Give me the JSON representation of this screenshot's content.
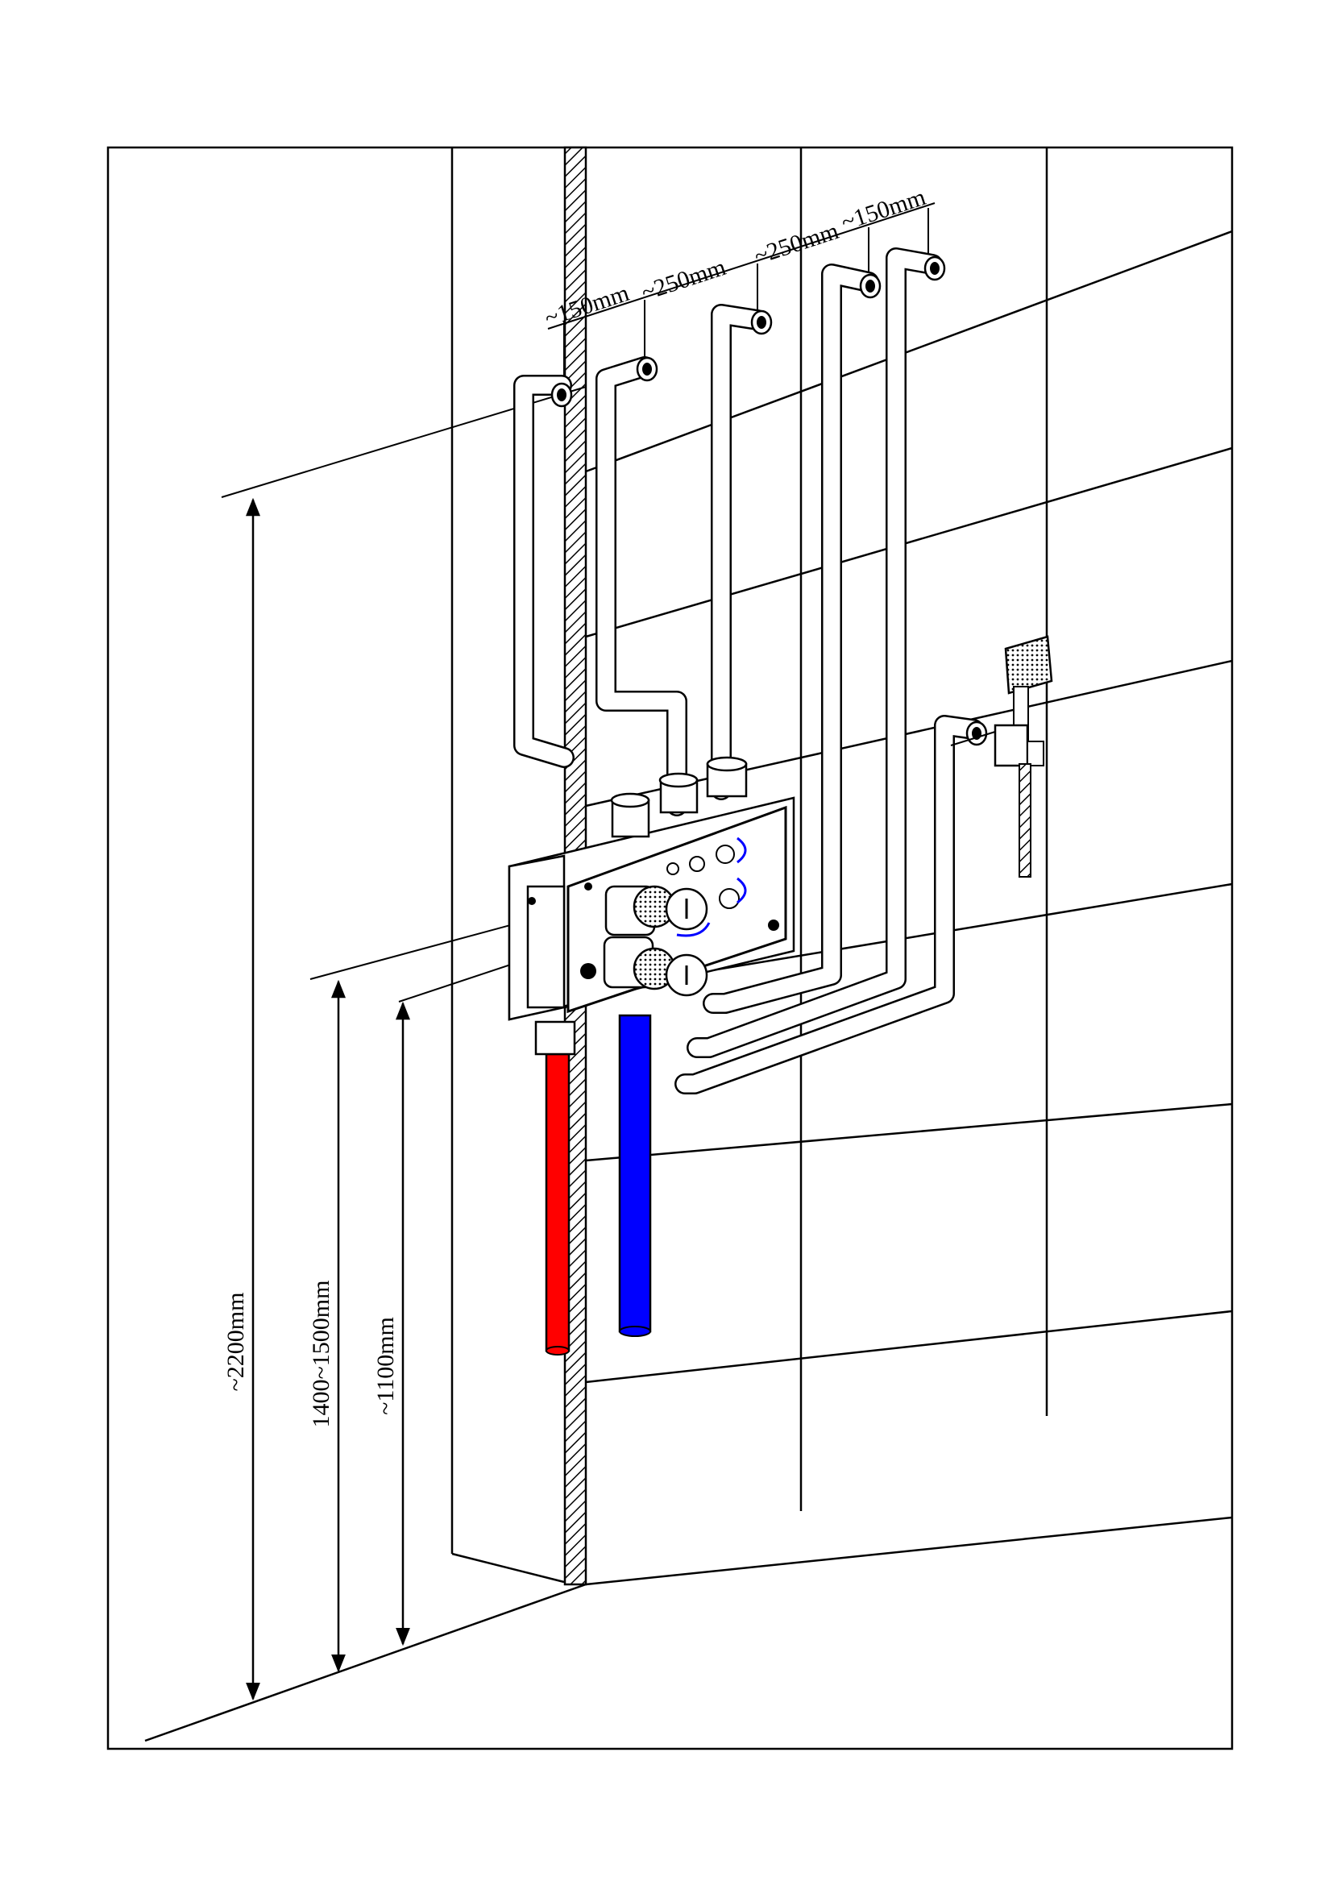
{
  "dimensions": {
    "top_spacing": {
      "s1": "~150mm",
      "s2": "~250mm",
      "s3": "~250mm",
      "s4": "~150mm"
    },
    "heights": {
      "h_shower": "~2200mm",
      "h_valve": "1400~1500mm",
      "h_hand": "~1100mm"
    }
  },
  "colors": {
    "hot_pipe": "#ff0000",
    "cold_pipe": "#0000ff",
    "line": "#000000",
    "background": "#ffffff"
  }
}
